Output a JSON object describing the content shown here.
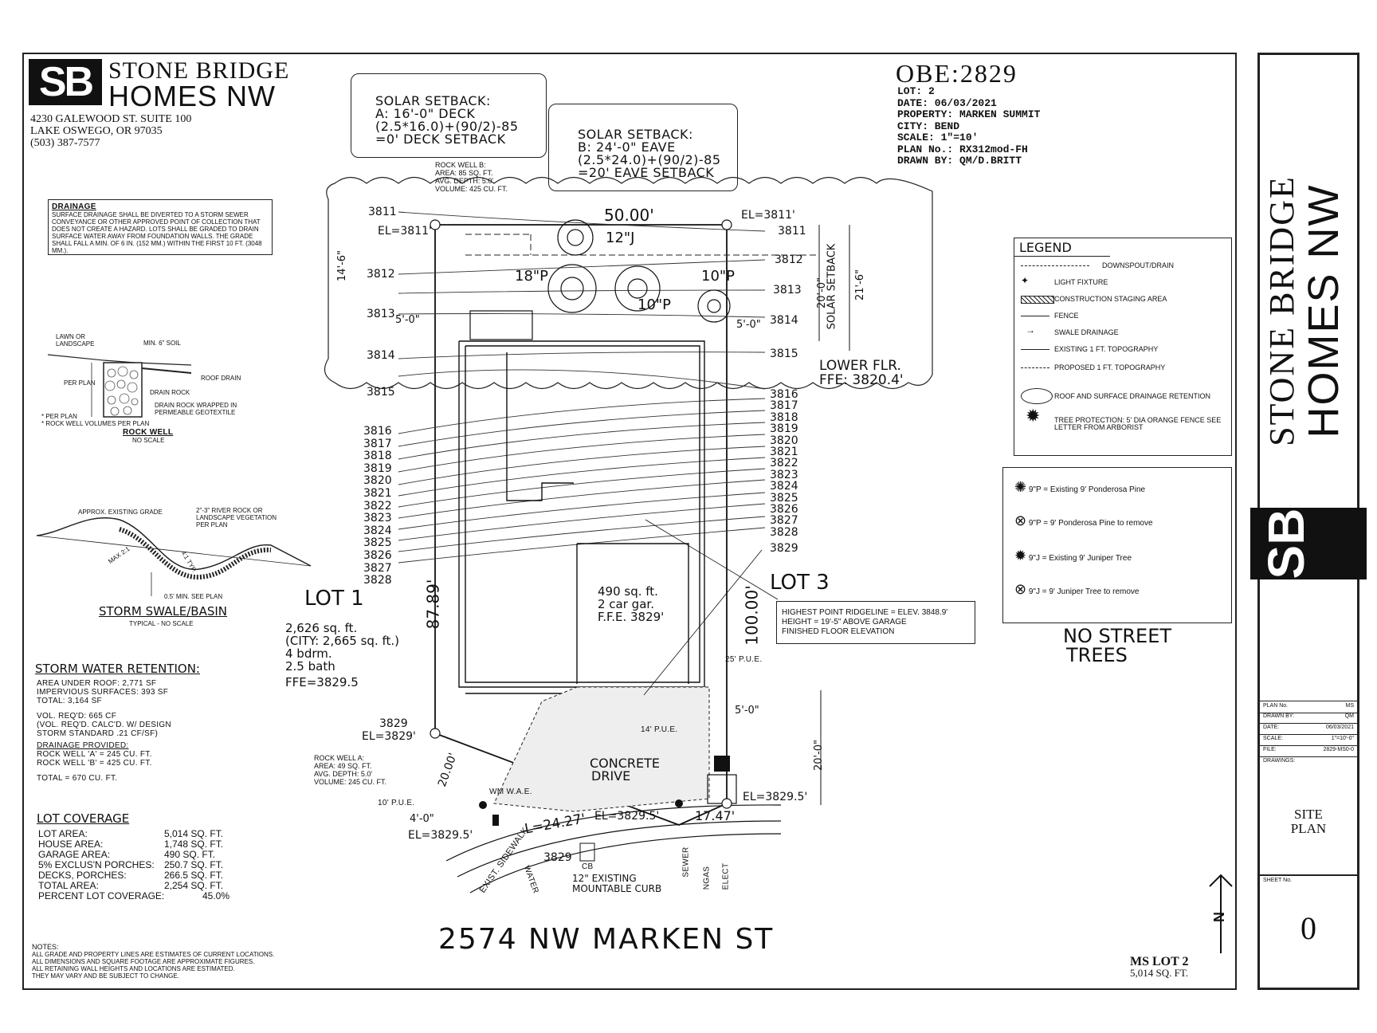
{
  "company": {
    "logo": "SB",
    "name_line1": "STONE BRIDGE",
    "name_line2": "HOMES NW",
    "address1": "4230 GALEWOOD ST. SUITE 100",
    "address2": "LAKE OSWEGO, OR 97035",
    "phone": "(503) 387-7577"
  },
  "project": {
    "code": "OBE:2829",
    "lot": "LOT: 2",
    "date": "DATE: 06/03/2021",
    "property": "PROPERTY: MARKEN SUMMIT",
    "city": "CITY: BEND",
    "scale": "SCALE: 1\"=10'",
    "plan": "PLAN No.: RX312mod-FH",
    "drawn": "DRAWN BY: QM/D.BRITT"
  },
  "solar_a": [
    "SOLAR SETBACK:",
    "A: 16'-0\" DECK",
    "(2.5*16.0)+(90/2)-85",
    "=0' DECK SETBACK"
  ],
  "solar_b": [
    "SOLAR SETBACK:",
    "B: 24'-0\" EAVE",
    "(2.5*24.0)+(90/2)-85",
    "=20' EAVE SETBACK"
  ],
  "rock_well_b": [
    "ROCK WELL B:",
    "AREA: 85 SQ. FT.",
    "AVG. DEPTH: 5.0'",
    "VOLUME: 425 CU. FT."
  ],
  "rock_well_a": [
    "ROCK WELL A:",
    "AREA: 49 SQ. FT.",
    "AVG. DEPTH: 5.0'",
    "VOLUME: 245 CU. FT."
  ],
  "drainage": {
    "title": "DRAINAGE",
    "text": "SURFACE DRAINAGE SHALL BE DIVERTED TO A STORM SEWER CONVEYANCE OR OTHER APPROVED POINT OF COLLECTION THAT DOES NOT CREATE A HAZARD. LOTS SHALL BE GRADED TO DRAIN SURFACE WATER AWAY FROM FOUNDATION WALLS. THE GRADE SHALL FALL A MIN. OF 6 IN. (152 MM.) WITHIN THE FIRST 10 FT. (3048 MM.)."
  },
  "rock_well_detail": {
    "lawn": "LAWN OR LANDSCAPE",
    "soil": "MIN. 6\" SOIL",
    "per_plan": "PER PLAN",
    "roof_drain": "ROOF DRAIN",
    "drain_rock": "DRAIN ROCK",
    "wrapped": "DRAIN ROCK WRAPPED IN PERMEABLE GEOTEXTILE",
    "note1": "* PER PLAN",
    "note2": "* ROCK WELL VOLUMES PER PLAN",
    "title": "ROCK WELL",
    "sub": "NO SCALE"
  },
  "swale_detail": {
    "grade": "APPROX. EXISTING GRADE",
    "rock": "2\"-3\" RIVER ROCK OR LANDSCAPE VEGETATION PER PLAN",
    "max": "MAX 2:1",
    "typ": "4:1 TYP.",
    "min": "0.5' MIN. SEE PLAN",
    "title": "STORM SWALE/BASIN",
    "sub": "TYPICAL - NO SCALE"
  },
  "storm": {
    "title": "STORM WATER RETENTION:",
    "l1": "AREA UNDER ROOF: 2,771 SF",
    "l2": "IMPERVIOUS SURFACES: 393 SF",
    "l3": "TOTAL: 3,164 SF",
    "l4": "VOL. REQ'D: 665 CF",
    "l5": "(VOL. REQ'D. CALC'D. W/ DESIGN",
    "l6": "STORM STANDARD .21 CF/SF)",
    "l7": "DRAINAGE PROVIDED:",
    "l8": "ROCK WELL 'A' = 245 CU. FT.",
    "l9": "ROCK WELL 'B' = 425 CU. FT.",
    "l10": "TOTAL = 670 CU. FT."
  },
  "coverage": {
    "title": "LOT COVERAGE",
    "rows": [
      [
        "LOT AREA:",
        "5,014 SQ. FT."
      ],
      [
        "HOUSE AREA:",
        "1,748 SQ. FT."
      ],
      [
        "GARAGE AREA:",
        "490 SQ. FT."
      ],
      [
        "5% EXCLUS'N PORCHES:",
        "250.7 SQ. FT."
      ],
      [
        "DECKS, PORCHES:",
        "266.5 SQ. FT."
      ],
      [
        "TOTAL AREA:",
        "2,254 SQ. FT."
      ],
      [
        "PERCENT LOT COVERAGE:",
        "45.0%"
      ]
    ]
  },
  "notes": {
    "title": "NOTES:",
    "l1": "ALL GRADE AND PROPERTY LINES ARE ESTIMATES OF CURRENT LOCATIONS.",
    "l2": "ALL DIMENSIONS AND SQUARE FOOTAGE ARE APPROXIMATE FIGURES.",
    "l3": "ALL RETAINING WALL HEIGHTS AND LOCATIONS ARE ESTIMATED.",
    "l4": "THEY MAY VARY AND BE SUBJECT TO CHANGE."
  },
  "plan": {
    "lot1": "LOT 1",
    "lot1_area": "2,626 sq. ft.",
    "lot1_city": "(CITY: 2,665 sq. ft.)",
    "lot1_bdrm": "4 bdrm.",
    "lot1_bath": "2.5 bath",
    "lot1_ffe": "FFE=3829.5",
    "lot3": "LOT 3",
    "garage1": "490 sq. ft.",
    "garage2": "2 car gar.",
    "garage3": "F.F.E. 3829'",
    "lower1": "LOWER FLR.",
    "lower2": "FFE: 3820.4'",
    "top_dim": "50.00'",
    "left_dim": "87.89'",
    "right_dim": "100.00'",
    "drive1": "CONCRETE",
    "drive2": "DRIVE",
    "street": "2574 NW MARKEN ST",
    "no_trees1": "NO STREET",
    "no_trees2": "TREES",
    "el_tl": "EL=3811'",
    "el_tr": "EL=3811'",
    "el_bl": "EL=3829'",
    "el_br": "EL=3829.5'",
    "el_drive": "EL=3829.5'",
    "el_front": "EL=3829.5'",
    "solar_setback": "SOLAR SETBACK",
    "ridge1": "HIGHEST POINT RIDGELINE = ELEV. 3848.9'",
    "ridge2": "HEIGHT = 19'-5\" ABOVE GARAGE",
    "ridge3": "FINISHED FLOOR ELEVATION",
    "curb1": "12\" EXISTING",
    "curb2": "MOUNTABLE CURB",
    "sidewalk": "EXIST. SIDEWALK",
    "water": "WATER",
    "sewer": "SEWER",
    "ngas": "NGAS",
    "elect": "ELECT",
    "cb": "CB",
    "pue10": "10' P.U.E.",
    "pue25": "25' P.U.E.",
    "pue14": "14' P.U.E.",
    "wm": "WM W.A.E.",
    "ms_lot": "MS LOT 2",
    "ms_area": "5,014 SQ. FT.",
    "arc": "L=24.27'",
    "arc_short": "17.47'",
    "d_20a": "20.00'",
    "d_20b": "20'-0\"",
    "d_20c": "20'-0\"",
    "d_146": "14'-6\"",
    "d_216": "21'-6\"",
    "d_50a": "5'-0\"",
    "d_50b": "5'-0\"",
    "d_50c": "5'-0\"",
    "d_40": "4'-0\"",
    "t_12j": "12\"J",
    "t_18p": "18\"P",
    "t_10pa": "10\"P",
    "t_10pb": "10\"P",
    "north": "N"
  },
  "contours_left": [
    "3816",
    "3817",
    "3818",
    "3819",
    "3820",
    "3821",
    "3822",
    "3823",
    "3824",
    "3825",
    "3826",
    "3827",
    "3828"
  ],
  "contours_right": [
    "3811",
    "3812",
    "3813",
    "3814",
    "3815",
    "3816",
    "3817",
    "3818",
    "3819",
    "3820",
    "3821",
    "3822",
    "3823",
    "3824",
    "3825",
    "3826",
    "3827",
    "3828",
    "3829"
  ],
  "legend": {
    "title": "LEGEND",
    "items": [
      "DOWNSPOUT/DRAIN",
      "LIGHT FIXTURE",
      "CONSTRUCTION STAGING AREA",
      "FENCE",
      "SWALE DRAINAGE",
      "EXISTING 1 FT. TOPOGRAPHY",
      "PROPOSED 1 FT. TOPOGRAPHY",
      "ROOF AND SURFACE DRAINAGE RETENTION",
      "TREE PROTECTION: 5' DIA ORANGE FENCE SEE LETTER FROM ARBORIST"
    ]
  },
  "tree_legend": [
    "9\"P = Existing 9' Ponderosa Pine",
    "9\"P = 9' Ponderosa Pine to remove",
    "9\"J = Existing 9' Juniper Tree",
    "9\"J = 9' Juniper Tree to remove"
  ],
  "titleblock": {
    "brand1": "STONE BRIDGE",
    "brand2": "HOMES NW",
    "logo": "SB",
    "rows": [
      [
        "PLAN No.",
        "MS"
      ],
      [
        "DRAWN BY:",
        "QM"
      ],
      [
        "DATE:",
        "06/03/2021"
      ],
      [
        "SCALE:",
        "1\"=10'-0\""
      ],
      [
        "FILE:",
        "2829-MS0-0"
      ]
    ],
    "drawings": "DRAWINGS:",
    "title1": "SITE",
    "title2": "PLAN",
    "sheet_label": "SHEET No.",
    "sheet": "0"
  }
}
